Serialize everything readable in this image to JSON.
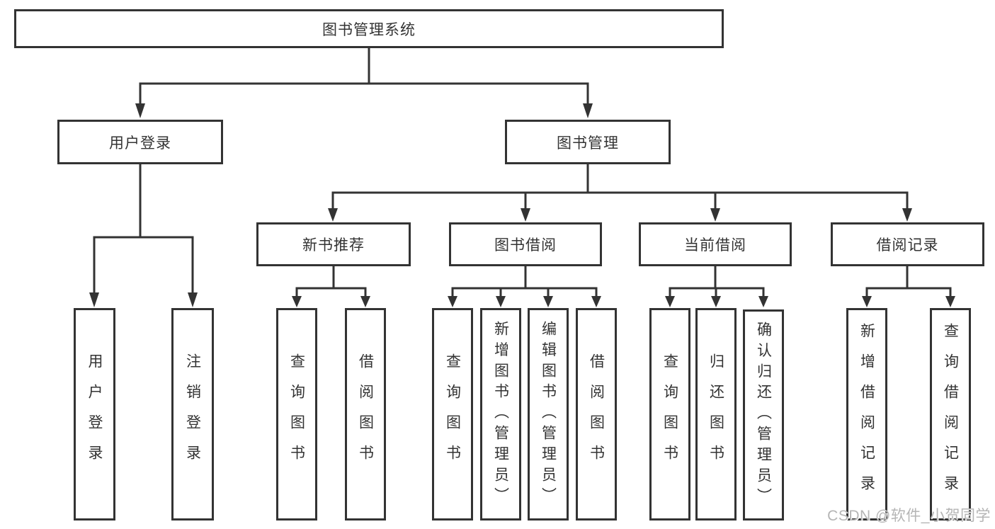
{
  "root": {
    "label": "图书管理系统"
  },
  "branches": [
    {
      "label": "用户登录",
      "leaves": [
        {
          "label": "用户登录"
        },
        {
          "label": "注销登录"
        }
      ]
    },
    {
      "label": "图书管理",
      "groups": [
        {
          "label": "新书推荐",
          "leaves": [
            {
              "label": "查询图书"
            },
            {
              "label": "借阅图书"
            }
          ]
        },
        {
          "label": "图书借阅",
          "leaves": [
            {
              "label": "查询图书"
            },
            {
              "label": "新增图书（管理员）"
            },
            {
              "label": "编辑图书（管理员）"
            },
            {
              "label": "借阅图书"
            }
          ]
        },
        {
          "label": "当前借阅",
          "leaves": [
            {
              "label": "查询图书"
            },
            {
              "label": "归还图书"
            },
            {
              "label": "确认归还（管理员）"
            }
          ]
        },
        {
          "label": "借阅记录",
          "leaves": [
            {
              "label": "新增借阅记录"
            },
            {
              "label": "查询借阅记录"
            }
          ]
        }
      ]
    }
  ],
  "watermark": "CSDN @软件_小贺同学",
  "colors": {
    "line": "#333333",
    "box_background": "#ffffff",
    "text": "#333333",
    "watermark": "#b5b5b5"
  }
}
